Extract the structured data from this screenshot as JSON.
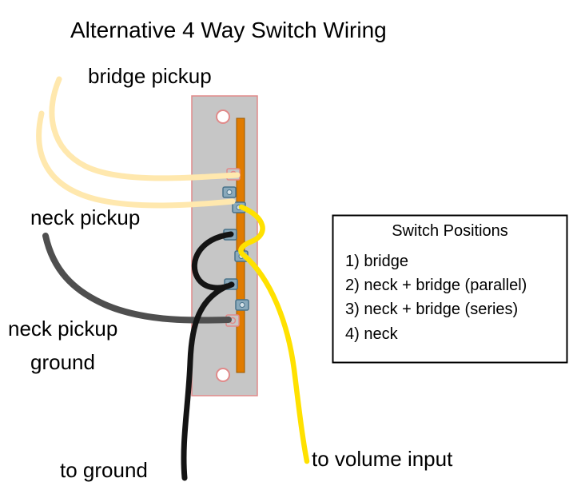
{
  "title": "Alternative 4 Way Switch Wiring",
  "labels": {
    "bridge_pickup": "bridge pickup",
    "neck_pickup": "neck pickup",
    "neck_pickup_ground_line1": "neck pickup",
    "neck_pickup_ground_line2": "ground",
    "to_ground": "to ground",
    "to_volume_input": "to volume input"
  },
  "switch_positions": {
    "heading": "Switch Positions",
    "items": [
      "1) bridge",
      "2) neck + bridge (parallel)",
      "3) neck + bridge (series)",
      "4) neck"
    ]
  },
  "colors": {
    "text": "#000000",
    "cream_wire": "#ffe8ae",
    "gray_wire": "#4f4f4f",
    "black_wire": "#141414",
    "yellow_wire": "#ffe100",
    "switch_body": "#c6c6c6",
    "switch_border": "#e08a8a",
    "contact_strip": "#e07b00",
    "contact_strip_border": "#9c5a00",
    "lug_fill": "#8aa9bb",
    "lug_border": "#49728a",
    "lug_hole": "#d6e2e8",
    "terminal_fill": "#c6c6c6",
    "terminal_pink": "#e08a8a",
    "box_border": "#000000"
  }
}
